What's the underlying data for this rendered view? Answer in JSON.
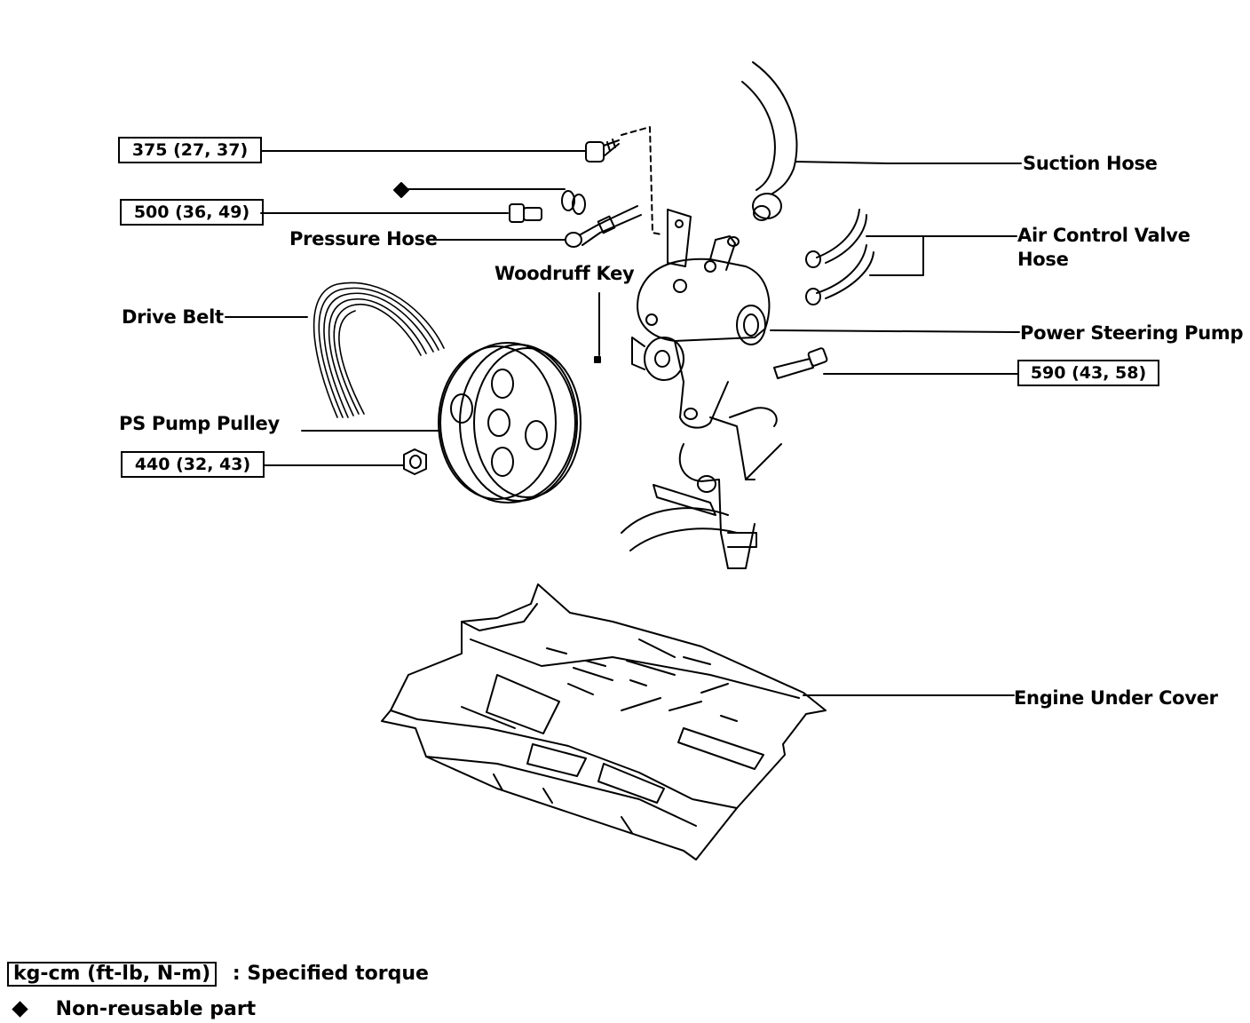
{
  "labels": {
    "suction_hose": "Suction Hose",
    "air_control_valve_hose_line1": "Air Control Valve",
    "air_control_valve_hose_line2": "Hose",
    "power_steering_pump": "Power Steering Pump",
    "pressure_hose": "Pressure Hose",
    "woodruff_key": "Woodruff Key",
    "drive_belt": "Drive Belt",
    "ps_pump_pulley": "PS Pump Pulley",
    "engine_under_cover": "Engine Under Cover"
  },
  "torques": {
    "bolt_375": "375 (27, 37)",
    "bolt_500": "500 (36, 49)",
    "nut_440": "440 (32, 43)",
    "bolt_590": "590 (43, 58)"
  },
  "legend": {
    "unit_box": "kg-cm (ft-lb, N-m)",
    "unit_desc": ":  Specified torque",
    "nonreusable_desc": "Non-reusable part"
  },
  "colors": {
    "ink": "#000000",
    "paper": "#ffffff"
  }
}
